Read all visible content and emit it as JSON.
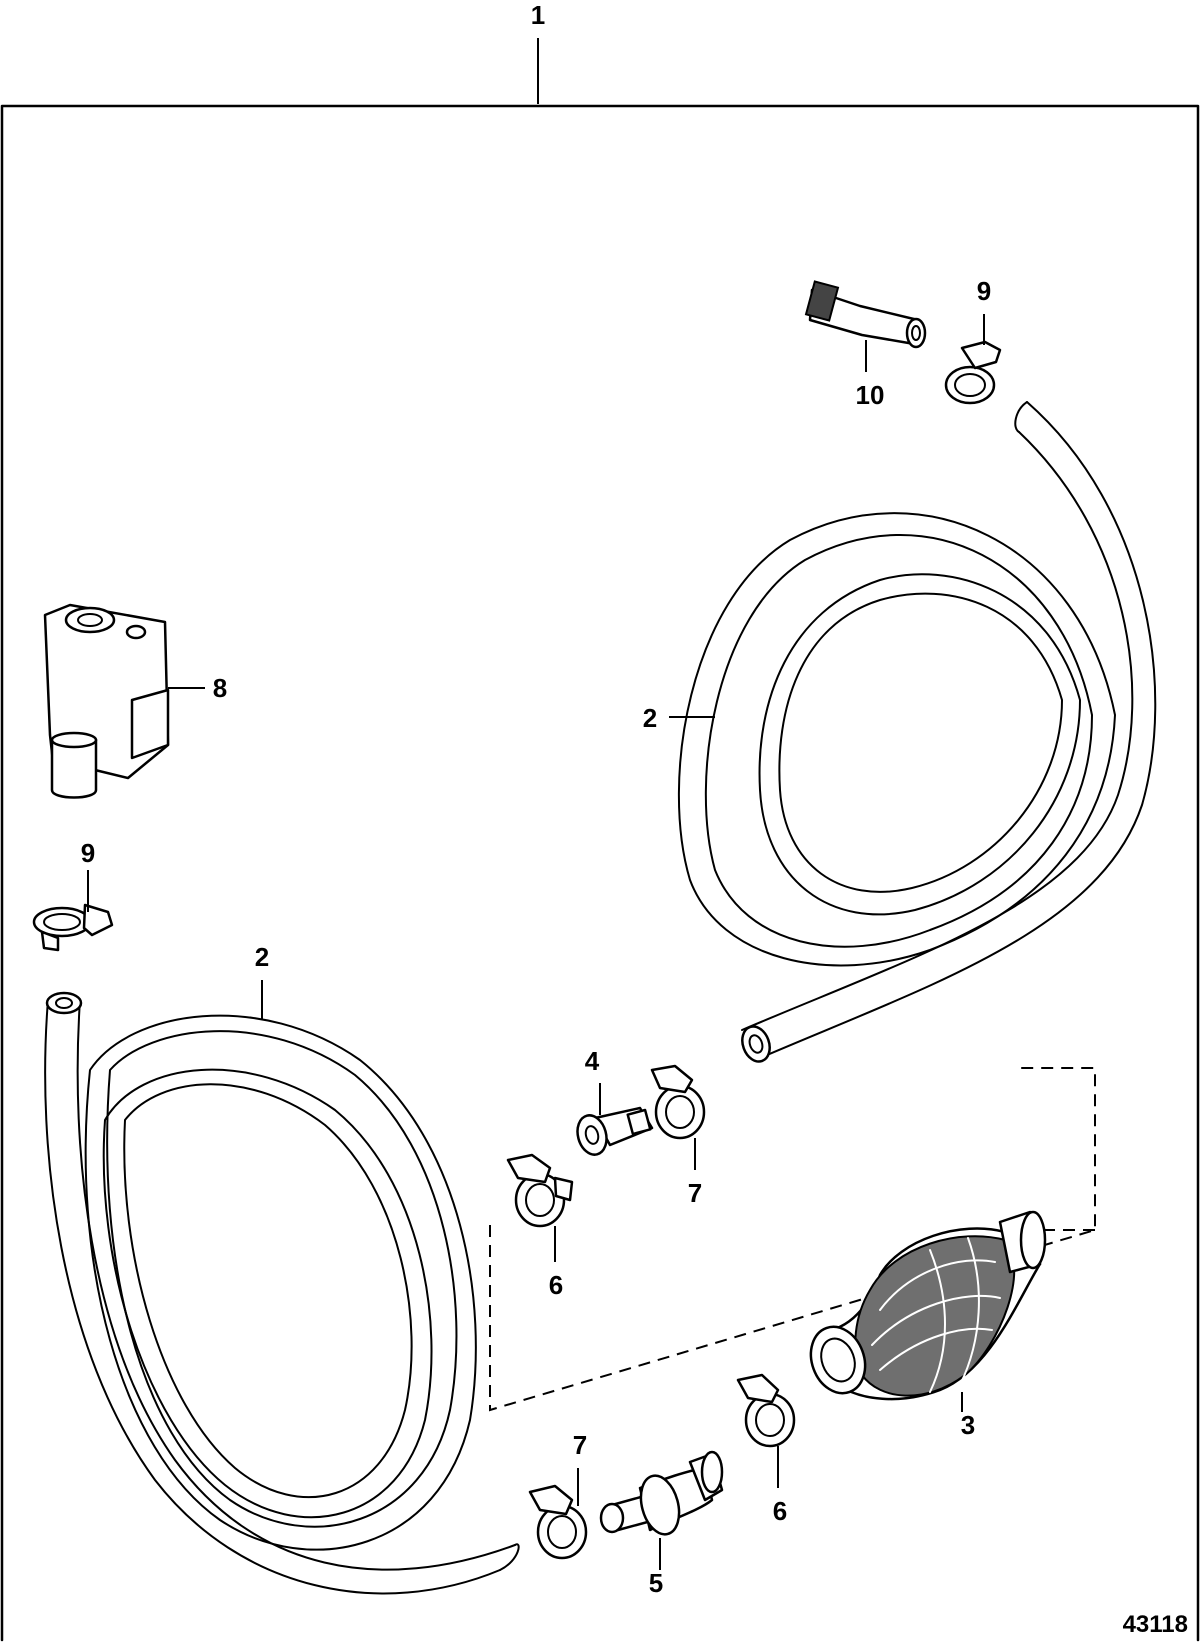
{
  "figure_id": "43118",
  "callouts": {
    "kit": "1",
    "hose_upper": "2",
    "hose_lower": "2",
    "primer_bulb": "3",
    "fitting_4": "4",
    "fitting_5": "5",
    "clamp_6_upper": "6",
    "clamp_6_lower": "6",
    "clamp_7_upper": "7",
    "clamp_7_lower": "7",
    "connector_8": "8",
    "clamp_9_upper": "9",
    "clamp_9_left": "9",
    "fitting_10": "10"
  },
  "colors": {
    "line": "#000000",
    "background": "#ffffff",
    "bulb_shade": "#6f6f6f"
  }
}
